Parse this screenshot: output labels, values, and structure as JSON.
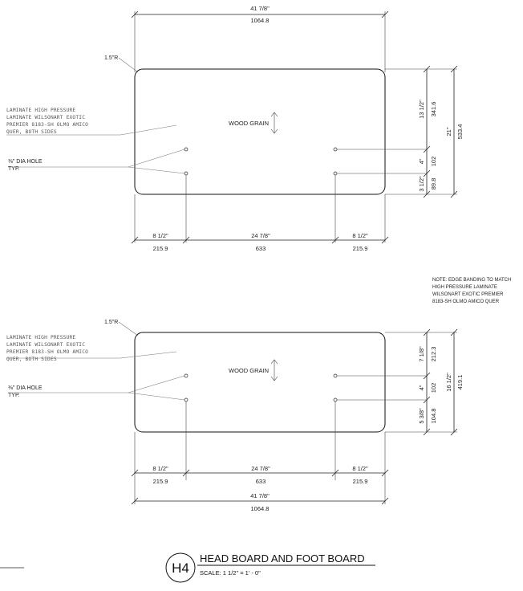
{
  "top_panel": {
    "overall_width_in": "41 7/8\"",
    "overall_width_mm": "1064.8",
    "radius": "1.5\"R",
    "material_note": [
      "LAMINATE HIGH PRESSURE",
      "LAMINATE WILSONART EXOTIC",
      "PREMIER 8183-SH OLMO AMICO",
      "QUER, BOTH SIDES"
    ],
    "hole_note": [
      "⅜\" DIA HOLE",
      "TYP."
    ],
    "grain_label": "WOOD GRAIN",
    "right_dims": {
      "seg1_in": "13 1/2\"",
      "seg1_mm": "341.6",
      "seg2_in": "4\"",
      "seg2_mm": "102",
      "seg3_in": "3 1/2\"",
      "seg3_mm": "89.8",
      "total_in": "21\"",
      "total_mm": "533.4"
    },
    "bottom_dims": {
      "left_in": "8 1/2\"",
      "left_mm": "215.9",
      "mid_in": "24 7/8\"",
      "mid_mm": "633",
      "right_in": "8 1/2\"",
      "right_mm": "215.9"
    }
  },
  "bottom_panel": {
    "radius": "1.5\"R",
    "material_note": [
      "LAMINATE HIGH PRESSURE",
      "LAMINATE WILSONART EXOTIC",
      "PREMIER 8183-SH OLMO AMICO",
      "QUER, BOTH SIDES"
    ],
    "hole_note": [
      "⅜\" DIA HOLE",
      "TYP."
    ],
    "grain_label": "WOOD GRAIN",
    "right_dims": {
      "seg1_in": "7 1/8\"",
      "seg1_mm": "212.3",
      "seg2_in": "4\"",
      "seg2_mm": "102",
      "seg3_in": "5 3/8\"",
      "seg3_mm": "104.8",
      "total_in": "16 1/2\"",
      "total_mm": "419.1"
    },
    "bottom_dims": {
      "left_in": "8 1/2\"",
      "left_mm": "215.9",
      "mid_in": "24 7/8\"",
      "mid_mm": "633",
      "right_in": "8 1/2\"",
      "right_mm": "215.9"
    },
    "overall_width_in": "41 7/8\"",
    "overall_width_mm": "1064.8"
  },
  "edge_note": [
    "NOTE: EDGE BANDING TO MATCH",
    "HIGH PRESSURE LAMINATE",
    "WILSONART EXOTIC PREMIER",
    "8183-SH OLMO AMICO QUER"
  ],
  "title_block": {
    "tag": "H4",
    "title": "HEAD BOARD AND FOOT BOARD",
    "scale": "SCALE: 1 1/2\" = 1' - 0\""
  }
}
